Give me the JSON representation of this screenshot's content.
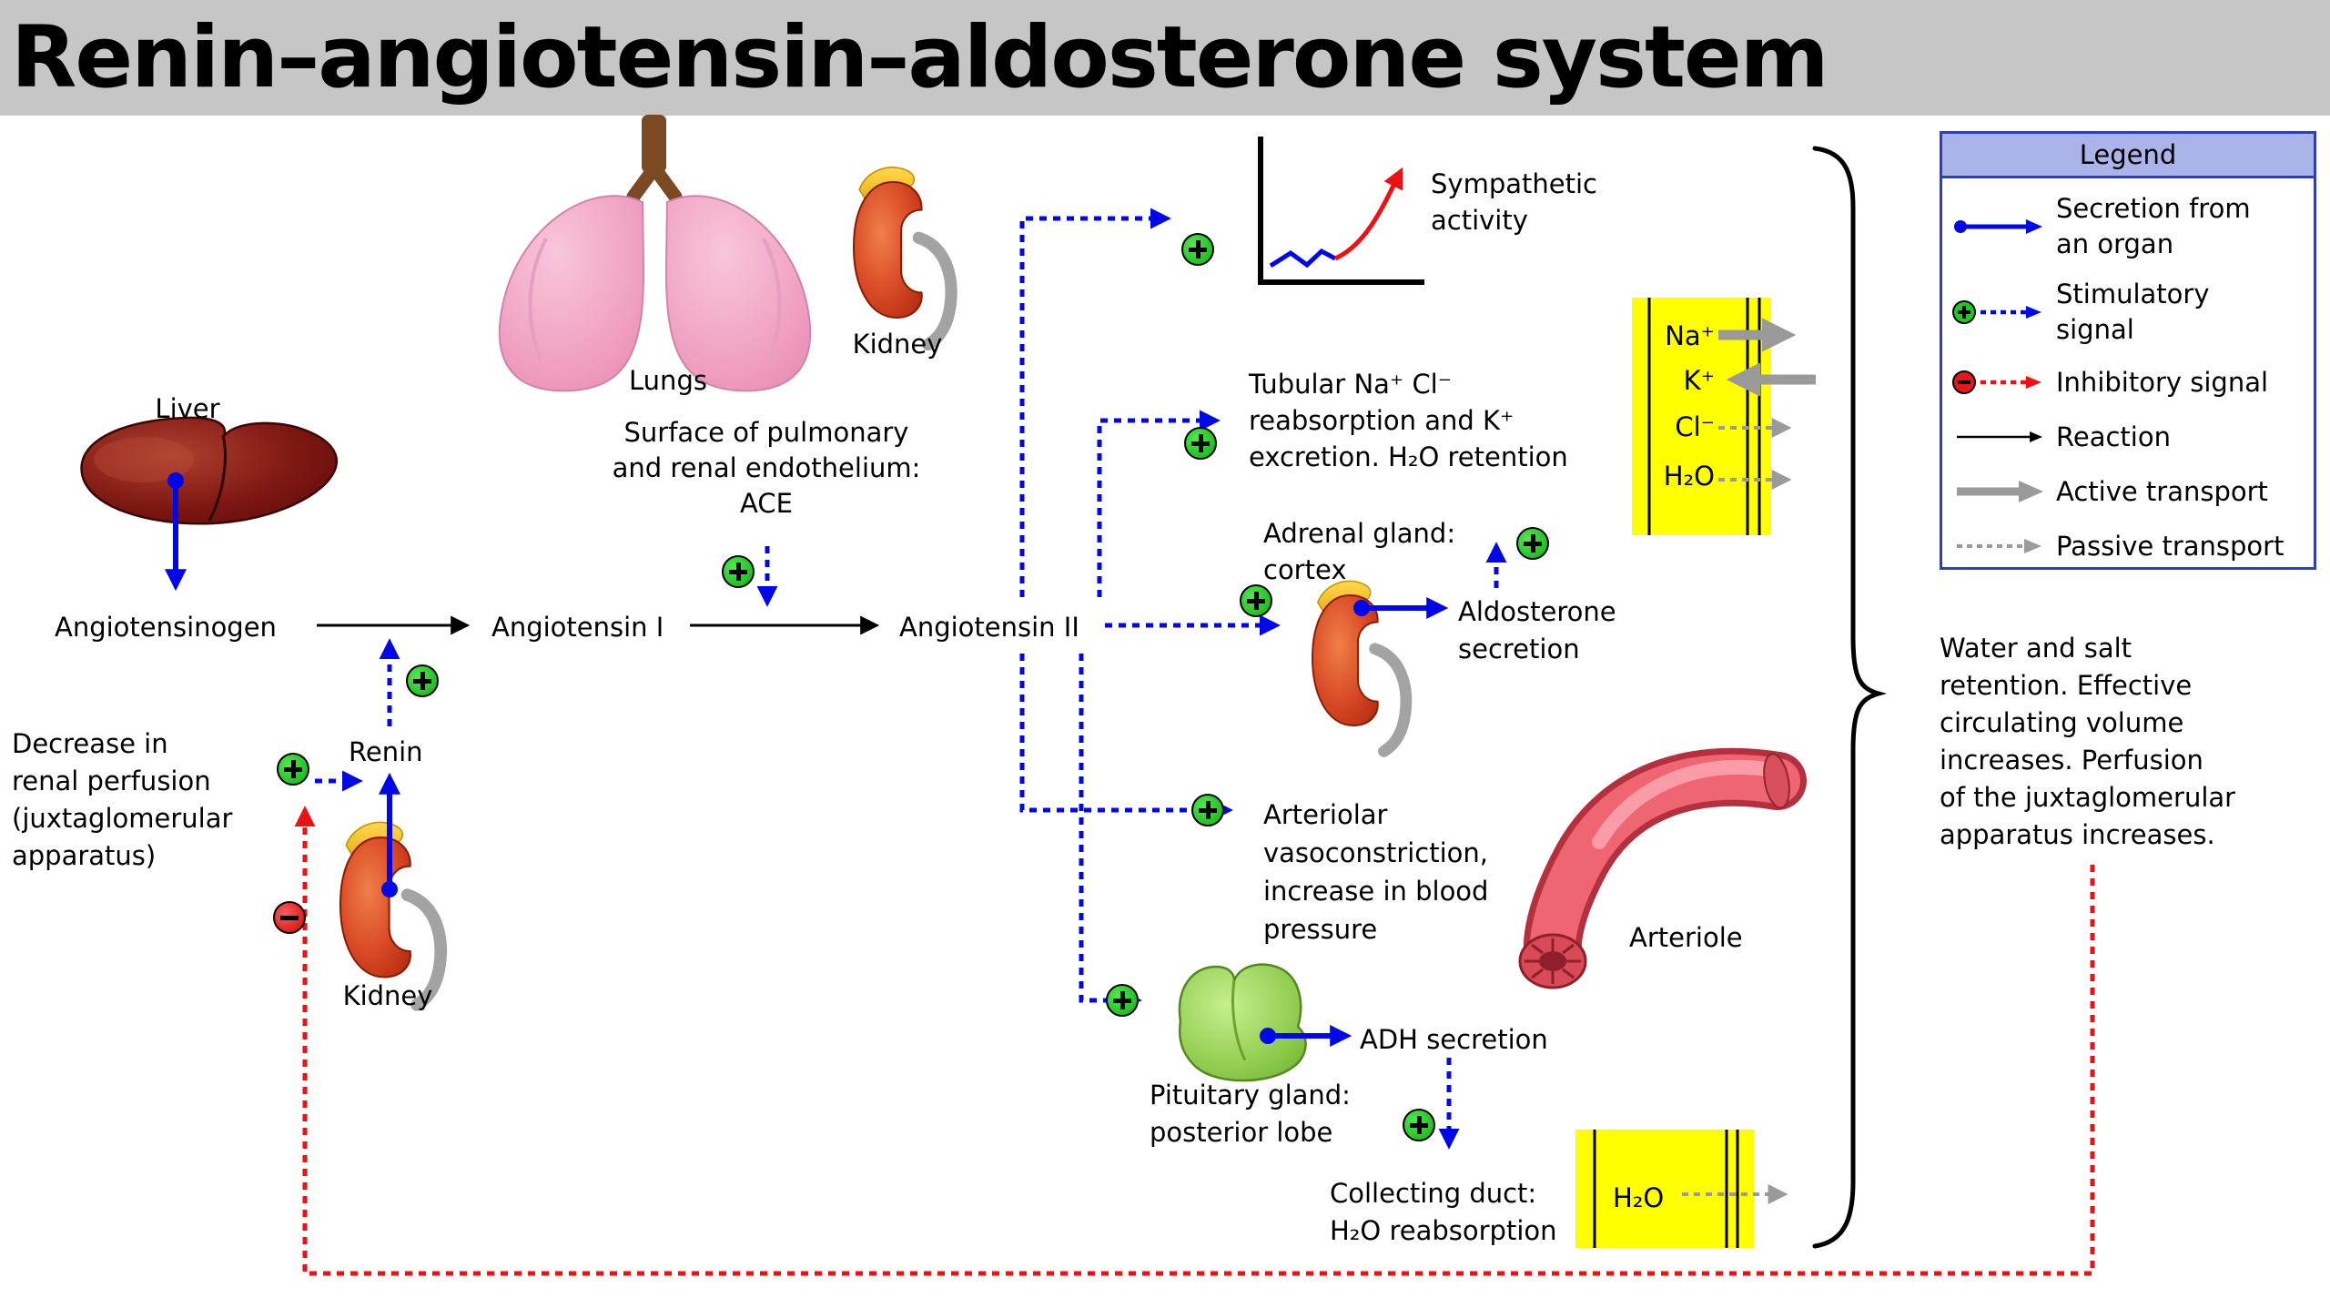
{
  "title": "Renin–angiotensin–aldosterone system",
  "nodes": {
    "liver": "Liver",
    "lungs": "Lungs",
    "kidney_top": "Kidney",
    "ace": "Surface of pulmonary\nand renal endothelium:\nACE",
    "angiotensinogen": "Angiotensinogen",
    "angiotensin_i": "Angiotensin I",
    "angiotensin_ii": "Angiotensin II",
    "renin": "Renin",
    "kidney_bottom": "Kidney",
    "decrease": "Decrease in\nrenal perfusion\n(juxtaglomerular\napparatus)",
    "sympathetic": "Sympathetic\nactivity",
    "tubular": "Tubular Na⁺ Cl⁻\nreabsorption and K⁺\nexcretion. H₂O retention",
    "adrenal": "Adrenal gland:\ncortex",
    "aldosterone": "Aldosterone\nsecretion",
    "arteriolar": "Arteriolar\nvasoconstriction,\nincrease in blood\npressure",
    "arteriole": "Arteriole",
    "pituitary": "Pituitary gland:\nposterior lobe",
    "adh": "ADH secretion",
    "collecting": "Collecting duct:\nH₂O reabsorption",
    "water_salt": "Water and salt\nretention. Effective\ncirculating volume\nincreases. Perfusion\nof the juxtaglomerular\napparatus increases."
  },
  "ions": {
    "na": "Na⁺",
    "k": "K⁺",
    "cl": "Cl⁻",
    "h2o": "H₂O",
    "h2o_duct": "H₂O"
  },
  "legend": {
    "title": "Legend",
    "items": [
      {
        "key": "secretion",
        "label": "Secretion from\nan organ"
      },
      {
        "key": "stimulatory",
        "label": "Stimulatory\nsignal"
      },
      {
        "key": "inhibitory",
        "label": "Inhibitory signal"
      },
      {
        "key": "reaction",
        "label": "Reaction"
      },
      {
        "key": "active_transport",
        "label": "Active transport"
      },
      {
        "key": "passive_transport",
        "label": "Passive transport"
      }
    ]
  },
  "colors": {
    "stimulatory_blue": "#0008e8",
    "inhibitory_red": "#ee1111",
    "plus_green": "#1ecc1e",
    "membrane_yellow": "#ffff00",
    "transport_gray": "#9a9a9a",
    "title_bar_gray": "#c6c6c6",
    "legend_header": "#aab4e8"
  }
}
